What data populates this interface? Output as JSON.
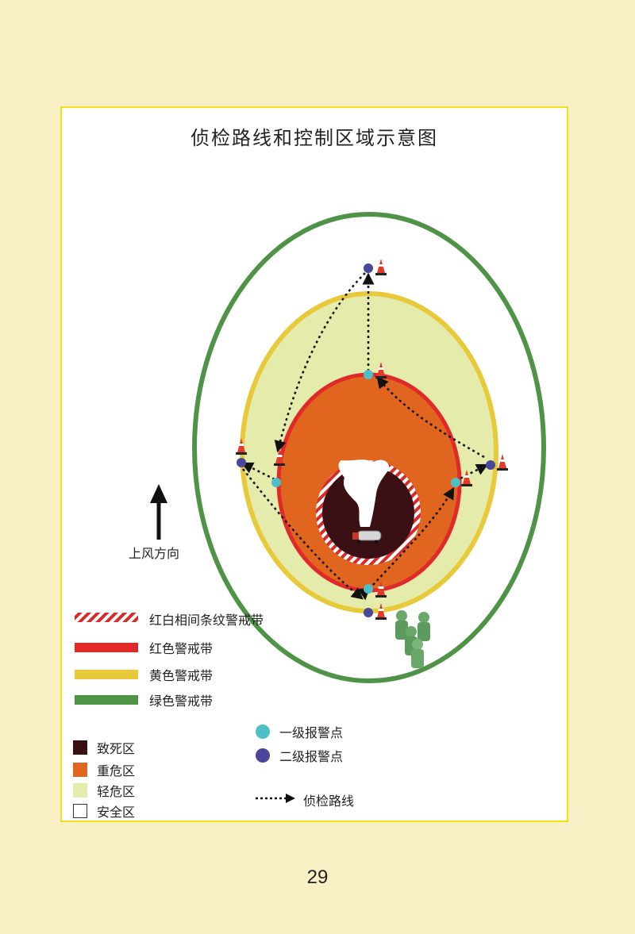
{
  "diagram": {
    "title": "侦检路线和控制区域示意图",
    "wind_label": "上风方向",
    "bands": [
      {
        "label": "红白相间条纹警戒带",
        "color": "striped-red-white"
      },
      {
        "label": "红色警戒带",
        "color": "#e02a2a"
      },
      {
        "label": "黄色警戒带",
        "color": "#e8c93a"
      },
      {
        "label": "绿色警戒带",
        "color": "#4f9347"
      }
    ],
    "zones": [
      {
        "label": "致死区",
        "color": "#3b1015"
      },
      {
        "label": "重危区",
        "color": "#e0661f"
      },
      {
        "label": "轻危区",
        "color": "#e4ebab"
      },
      {
        "label": "安全区",
        "color": "#ffffff"
      }
    ],
    "points": [
      {
        "label": "一级报警点",
        "color": "#4dbfc6"
      },
      {
        "label": "二级报警点",
        "color": "#48479a"
      }
    ],
    "route_label": "侦检路线"
  },
  "page_number": "29"
}
